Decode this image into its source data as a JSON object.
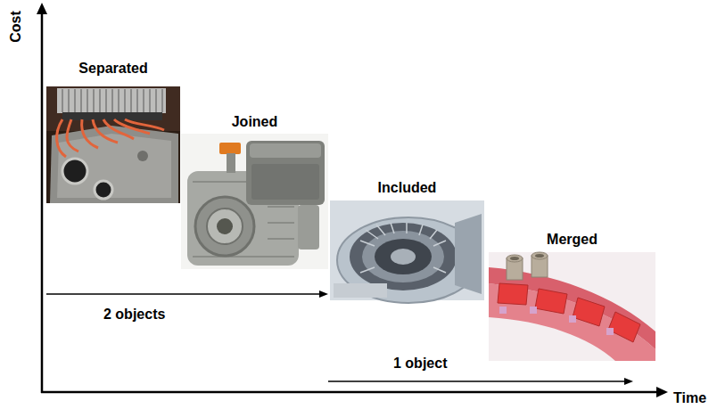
{
  "diagram": {
    "nodes": [
      {
        "text": [
          "Separated"
        ]
      },
      {
        "text": [
          "Joined"
        ]
      },
      {
        "text": [
          "Included"
        ]
      },
      {
        "text": [
          "Merged"
        ]
      }
    ],
    "labels": [
      "Cost",
      "Time",
      "2 objects",
      "1 object"
    ]
  }
}
